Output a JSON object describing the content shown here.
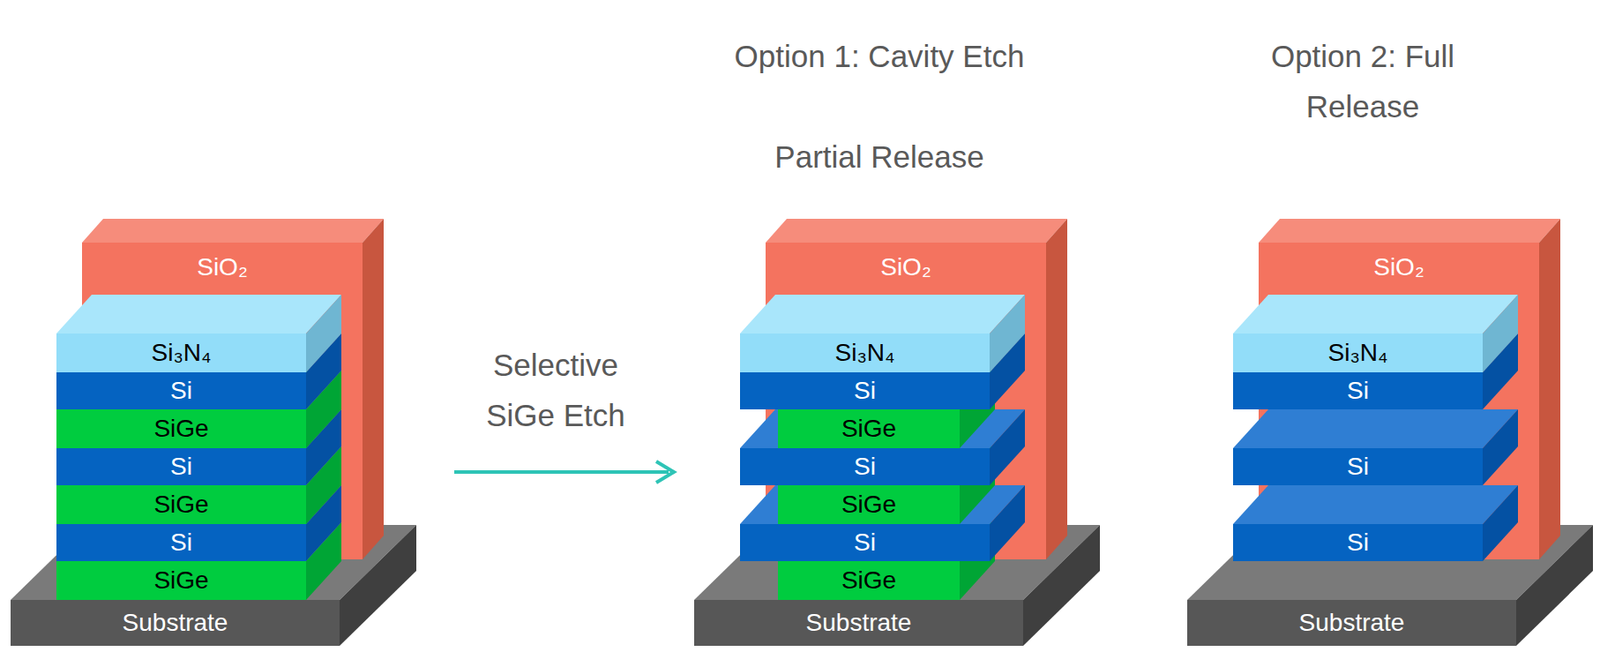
{
  "diagram": {
    "nodes": [
      {
        "text": [
          "SiO₂"
        ]
      },
      {
        "text": [
          "Si₃N₄"
        ]
      },
      {
        "text": [
          "Si"
        ]
      },
      {
        "text": [
          "SiGe"
        ]
      },
      {
        "text": [
          "Si"
        ]
      },
      {
        "text": [
          "SiGe"
        ]
      },
      {
        "text": [
          "Si"
        ]
      },
      {
        "text": [
          "SiGe"
        ]
      },
      {
        "text": [
          "Substrate"
        ]
      },
      {
        "text": [
          "SiO₂"
        ]
      },
      {
        "text": [
          "Si₃N₄"
        ]
      },
      {
        "text": [
          "Si"
        ]
      },
      {
        "text": [
          "SiGe"
        ]
      },
      {
        "text": [
          "Si"
        ]
      },
      {
        "text": [
          "SiGe"
        ]
      },
      {
        "text": [
          "Si"
        ]
      },
      {
        "text": [
          "SiGe"
        ]
      },
      {
        "text": [
          "Substrate"
        ]
      },
      {
        "text": [
          "SiO₂"
        ]
      },
      {
        "text": [
          "Si₃N₄"
        ]
      },
      {
        "text": [
          "Si"
        ]
      },
      {
        "text": [
          "Si"
        ]
      },
      {
        "text": [
          "Si"
        ]
      },
      {
        "text": [
          "Substrate"
        ]
      }
    ],
    "labels": [
      "Selective SiGe Etch",
      "Option 1: Cavity Etch",
      "Partial Release",
      "Option 2: Full Release"
    ]
  }
}
